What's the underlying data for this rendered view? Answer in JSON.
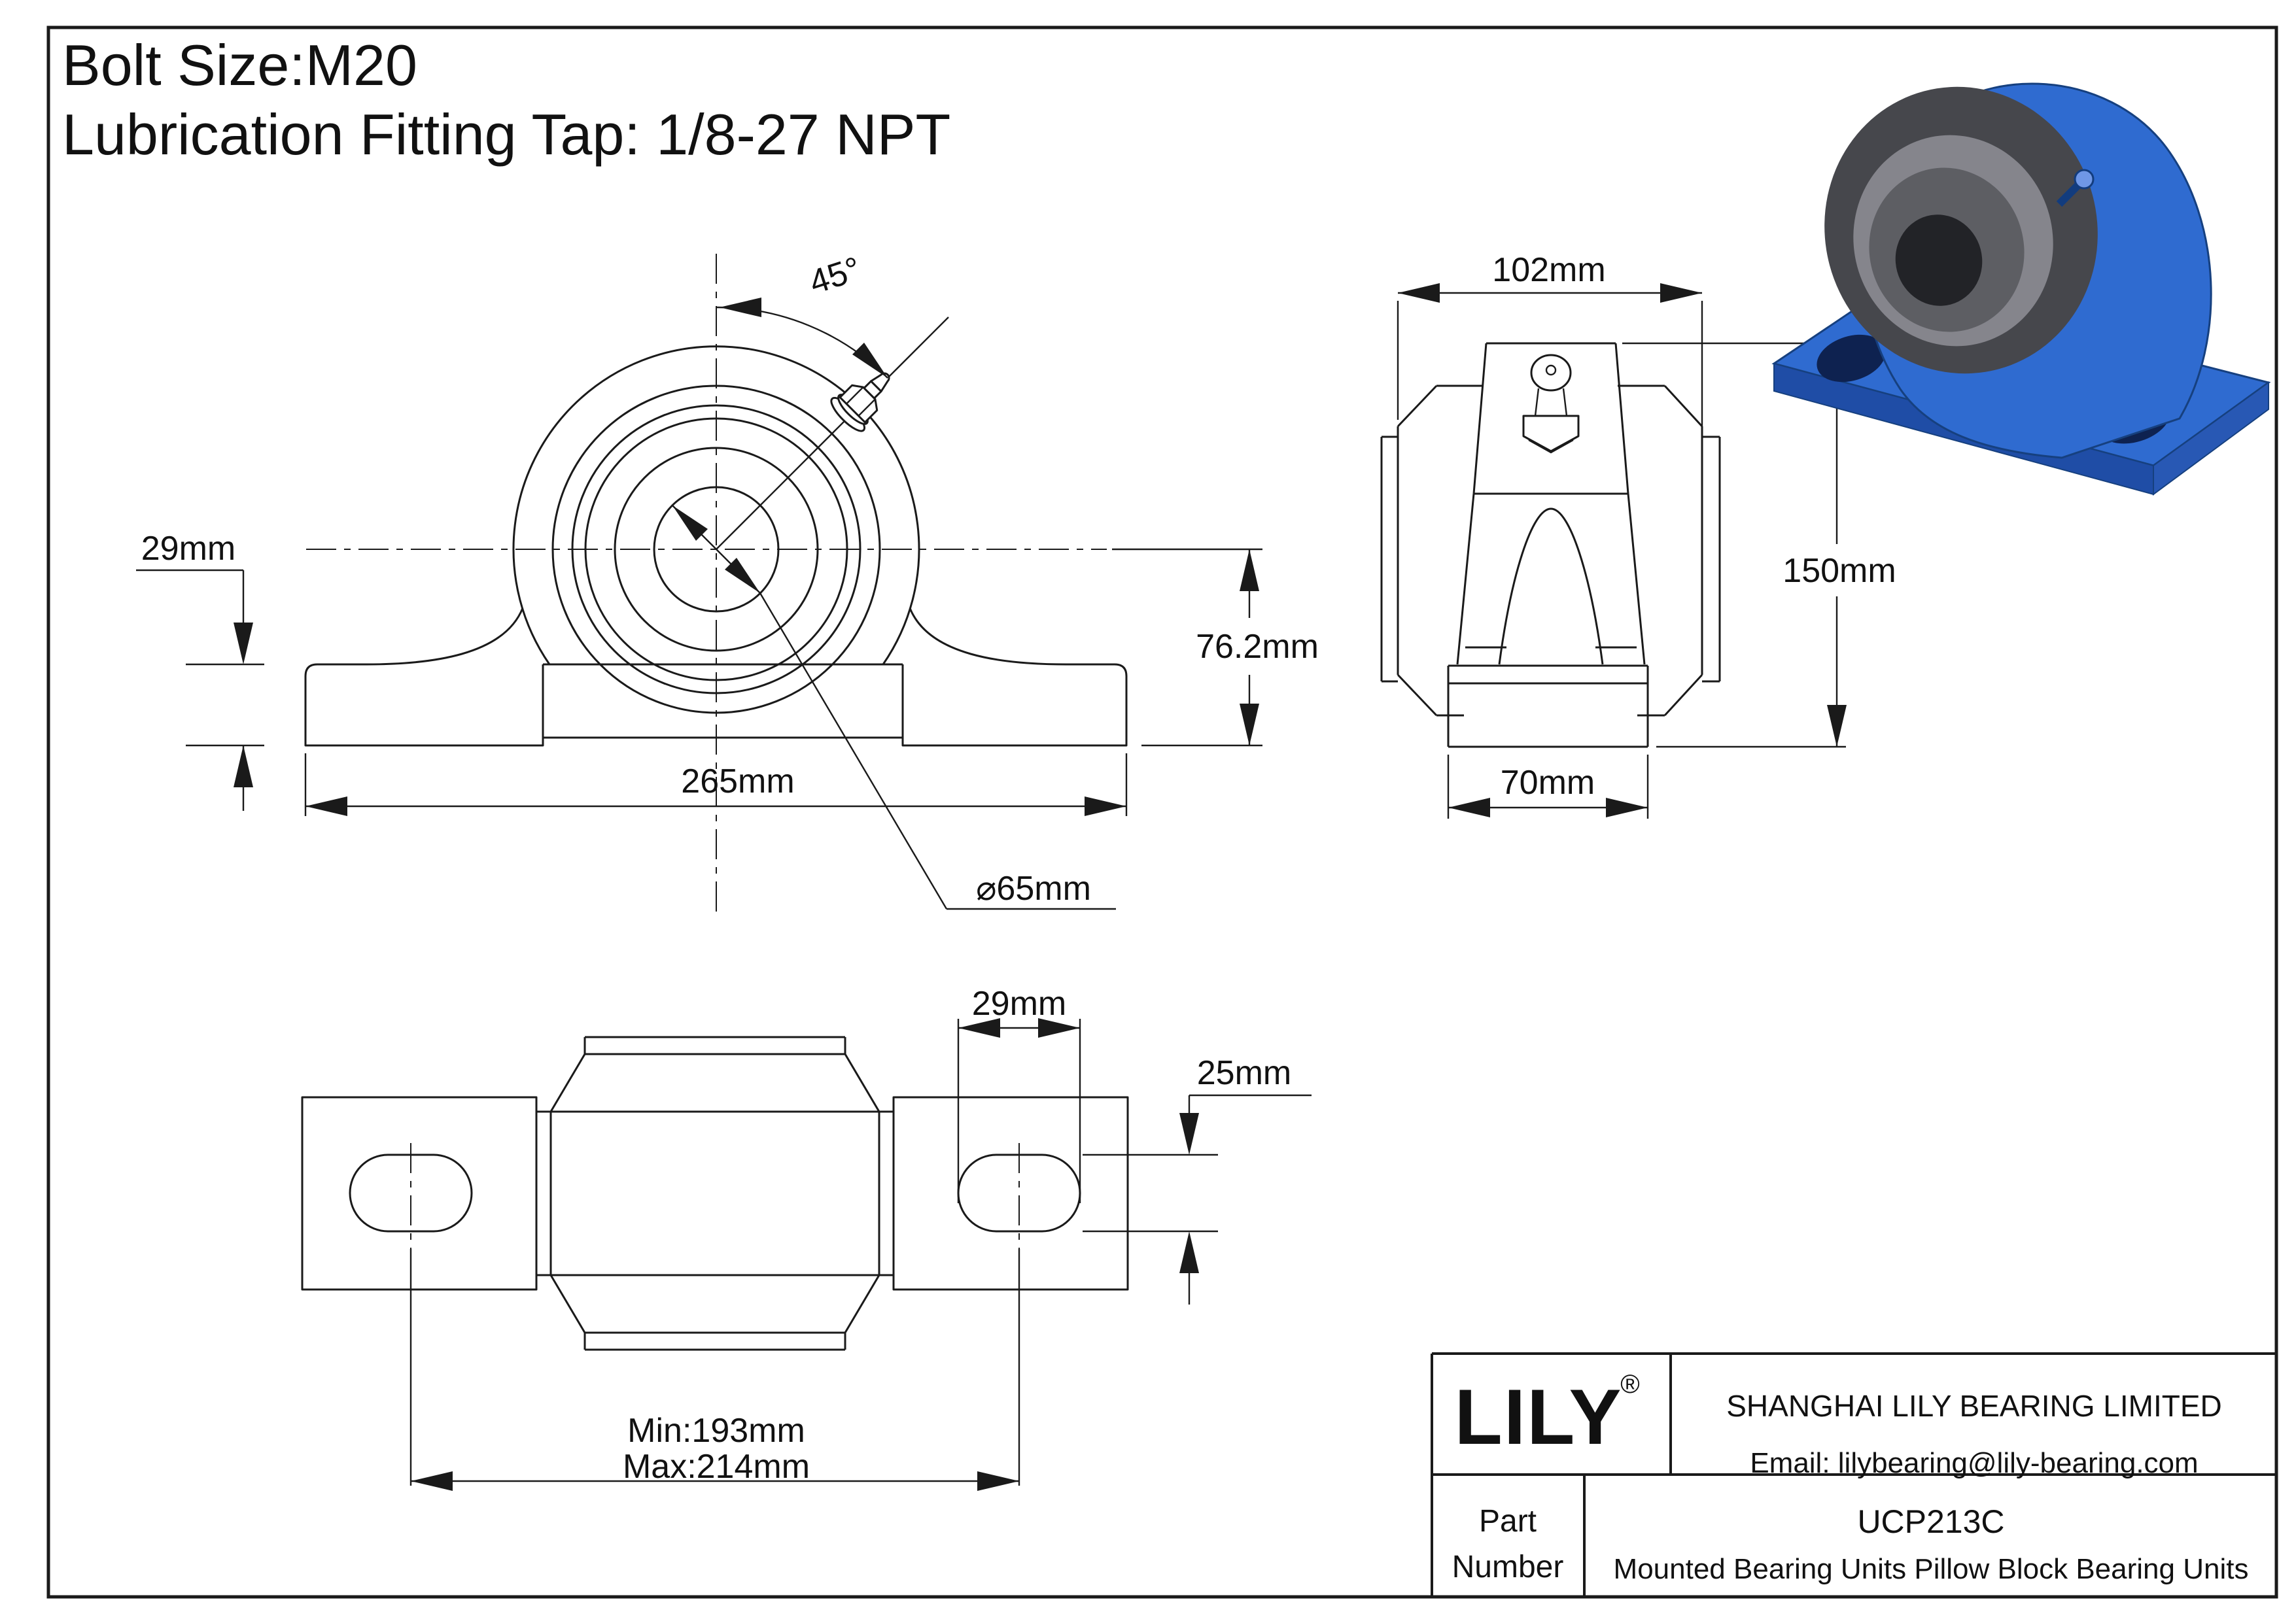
{
  "header": {
    "line1": "Bolt Size:M20",
    "line2": "Lubrication Fitting Tap: 1/8-27 NPT"
  },
  "front_view": {
    "label_angle": "45°",
    "label_base_thickness": "29mm",
    "label_center_height": "76.2mm",
    "label_base_width": "265mm",
    "label_bore": "⌀65mm"
  },
  "side_view": {
    "label_width": "102mm",
    "label_height": "150mm",
    "label_base": "70mm"
  },
  "plan_view": {
    "label_slot_length": "29mm",
    "label_slot_width": "25mm",
    "label_min": "Min:193mm",
    "label_max": "Max:214mm"
  },
  "title_block": {
    "logo": "LILY",
    "registered": "®",
    "company": "SHANGHAI LILY BEARING LIMITED",
    "email": "Email: lilybearing@lily-bearing.com",
    "part_label_line1": "Part",
    "part_label_line2": "Number",
    "part_number": "UCP213C",
    "description": "Mounted Bearing Units Pillow Block Bearing Units"
  },
  "colors": {
    "line": "#1a1a1a",
    "render_body": "#2f6bd0",
    "render_body_dark": "#1f4da6",
    "render_body_mid": "#2858b4",
    "render_outline": "#16407f",
    "render_ring_outer": "#46474c",
    "render_ring_mid": "#85858c",
    "render_ring_face": "#5d5e63",
    "render_bore": "#222327",
    "render_hole": "#0e2250",
    "render_zerk": "#6f97e6"
  }
}
